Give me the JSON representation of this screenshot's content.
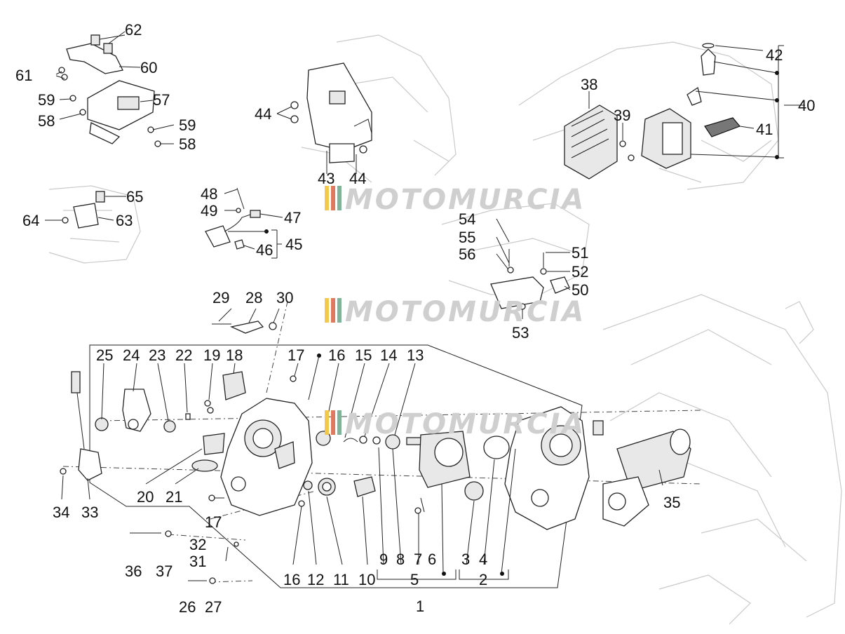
{
  "watermark": "MOTOMURCIA",
  "labels": {
    "l1": "1",
    "l2": "2",
    "l3": "3",
    "l4": "4",
    "l5": "5",
    "l6": "6",
    "l7": "7",
    "l8": "8",
    "l9": "9",
    "l10": "10",
    "l11": "11",
    "l12": "12",
    "l13": "13",
    "l14": "14",
    "l15": "15",
    "l16a": "16",
    "l16b": "16",
    "l17a": "17",
    "l17b": "17",
    "l18": "18",
    "l19": "19",
    "l20": "20",
    "l21": "21",
    "l22": "22",
    "l23": "23",
    "l24": "24",
    "l25": "25",
    "l26": "26",
    "l27": "27",
    "l28": "28",
    "l29": "29",
    "l30": "30",
    "l31": "31",
    "l32": "32",
    "l33": "33",
    "l34": "34",
    "l35": "35",
    "l36": "36",
    "l37": "37",
    "l38": "38",
    "l39": "39",
    "l40": "40",
    "l41": "41",
    "l42": "42",
    "l43": "43",
    "l44a": "44",
    "l44b": "44",
    "l45": "45",
    "l46": "46",
    "l47": "47",
    "l48": "48",
    "l49": "49",
    "l50": "50",
    "l51": "51",
    "l52": "52",
    "l53": "53",
    "l54": "54",
    "l55": "55",
    "l56": "56",
    "l57": "57",
    "l58a": "58",
    "l58b": "58",
    "l59a": "59",
    "l59b": "59",
    "l60": "60",
    "l61": "61",
    "l62": "62",
    "l63": "63",
    "l64": "64",
    "l65": "65"
  },
  "colors": {
    "watermark_stripes": [
      "#f2c94c",
      "#e07a5f",
      "#81b29a"
    ]
  }
}
